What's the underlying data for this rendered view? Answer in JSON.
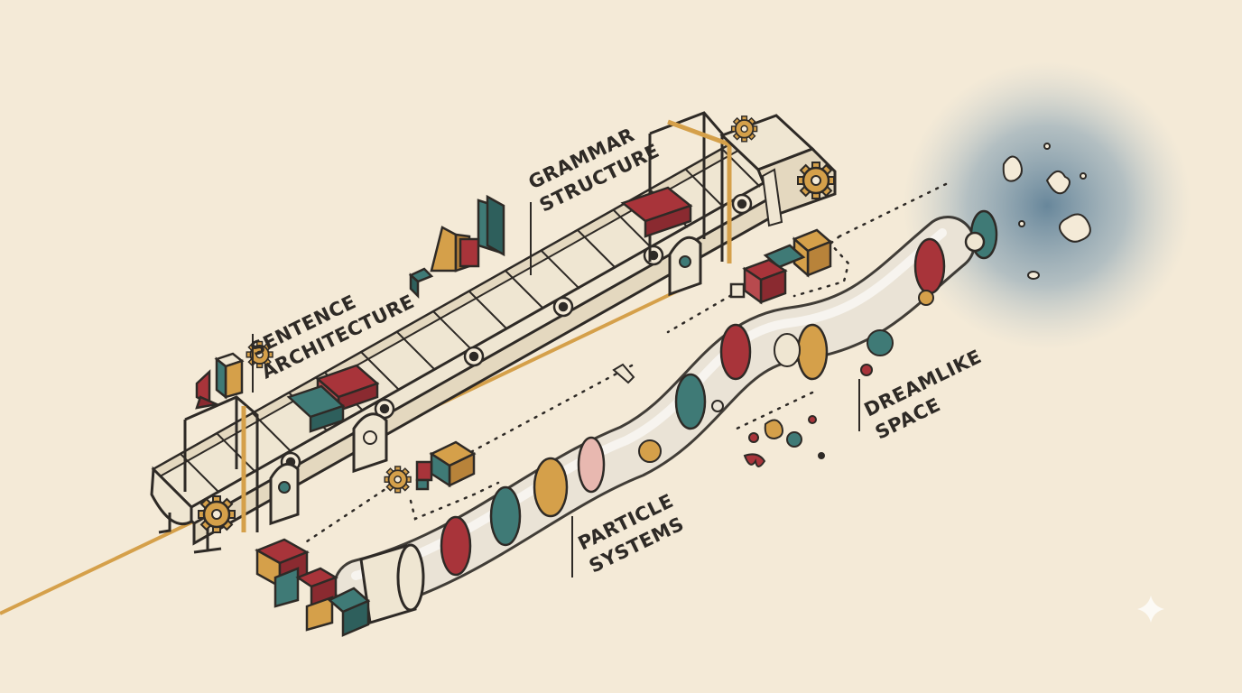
{
  "labels": {
    "grammar_1": "GRAMMAR",
    "grammar_2": "STRUCTURE",
    "sentence_1": "SENTENCE",
    "sentence_2": "ARCHITECTURE",
    "particle_1": "PARTICLE",
    "particle_2": "SYSTEMS",
    "dream_1": "DREAMLIKE",
    "dream_2": "SPACE"
  },
  "colors": {
    "background": "#f4ead7",
    "ink": "#2e2a26",
    "red": "#a8343a",
    "teal": "#3f7a76",
    "mustard": "#d5a04a",
    "cream": "#efe6d2",
    "mist": "#6f8ea3"
  },
  "icons": [
    "gear-icon",
    "sparkle-icon"
  ]
}
